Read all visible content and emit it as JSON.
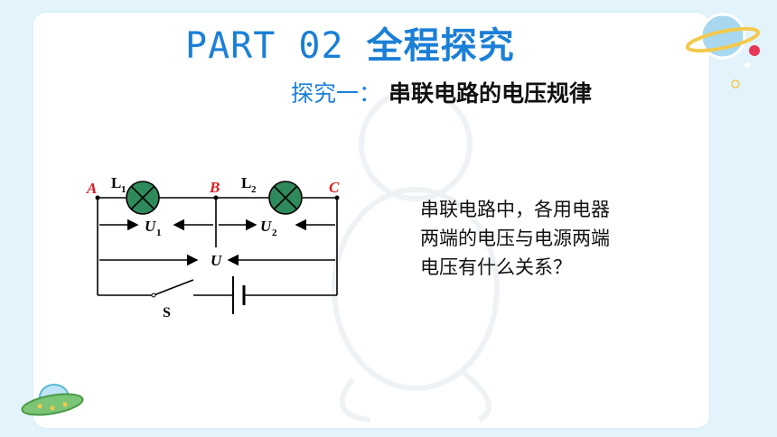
{
  "title": {
    "prefix": "PART 02",
    "main": "全程探究"
  },
  "subtitle": {
    "prefix": "探究一：",
    "main": "串联电路的电压规律"
  },
  "question": {
    "lines": [
      "串联电路中，各用电器",
      "两端的电压与电源两端",
      "电压有什么关系？"
    ]
  },
  "circuit": {
    "node_a": "A",
    "node_b": "B",
    "node_c": "C",
    "lamp1": "L",
    "lamp1_sub": "1",
    "lamp2": "L",
    "lamp2_sub": "2",
    "v1": "U",
    "v1_sub": "1",
    "v2": "U",
    "v2_sub": "2",
    "v_total": "U",
    "switch": "S"
  },
  "colors": {
    "title": "#1b7fd6",
    "node_label": "#e0191f",
    "lamp": "#2e8a5a",
    "background": "#e3f3fb"
  }
}
